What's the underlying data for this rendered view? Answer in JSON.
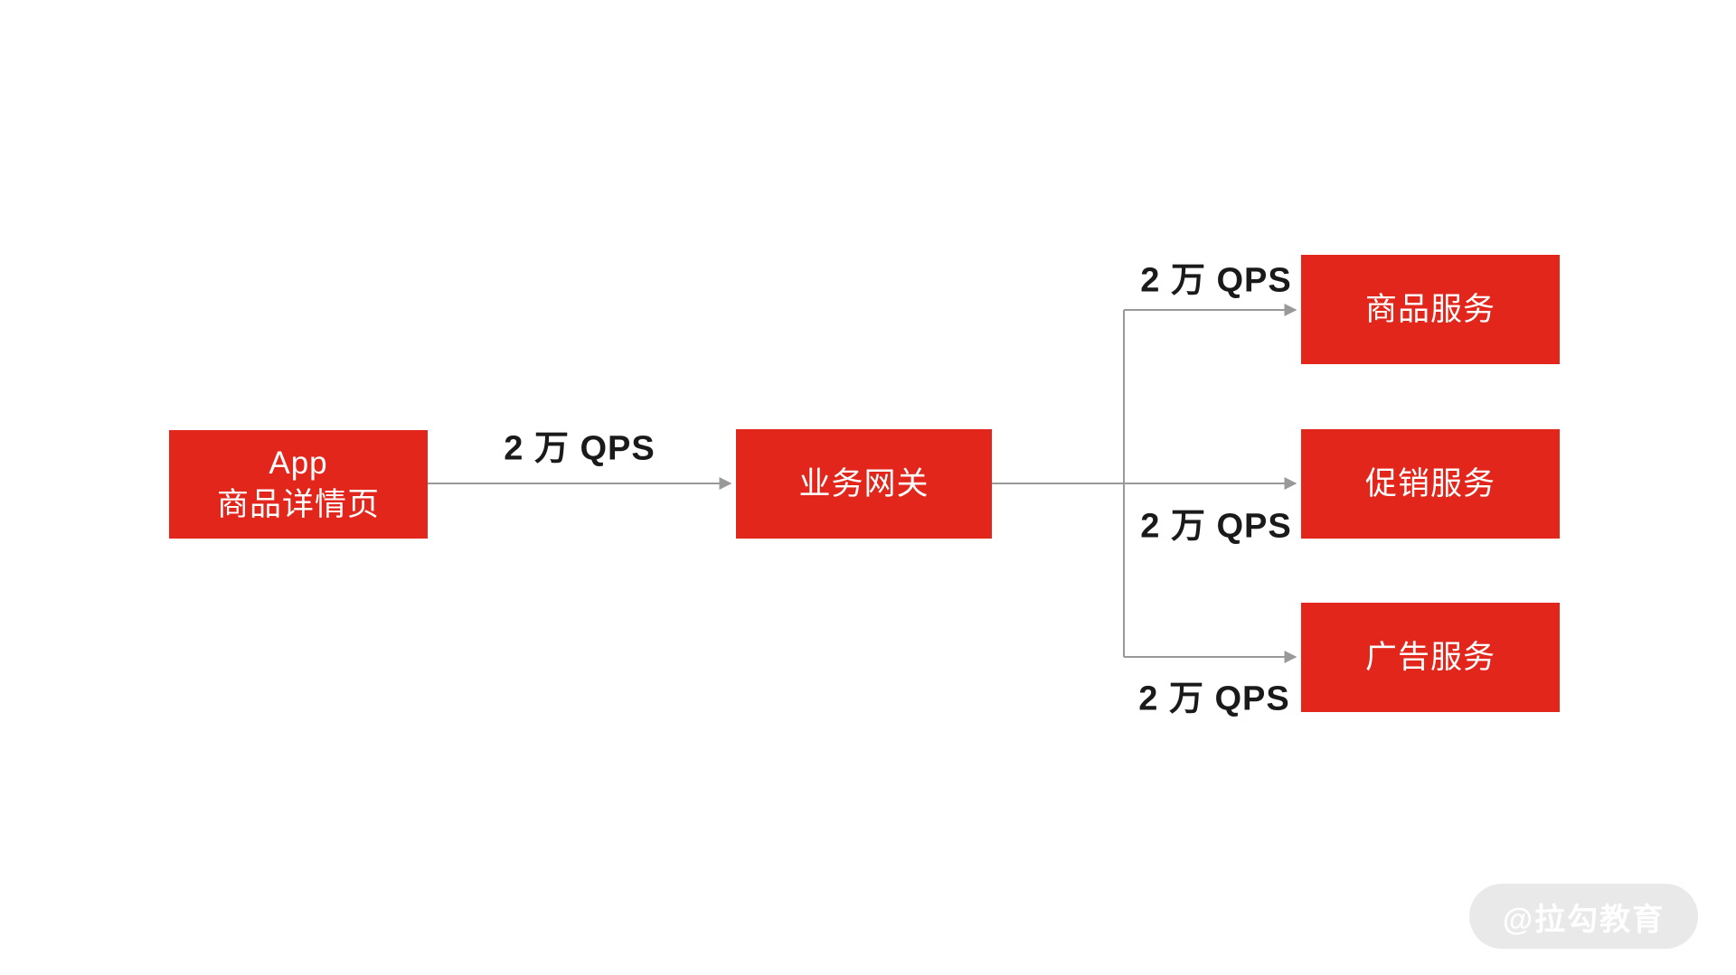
{
  "diagram": {
    "nodes": {
      "app": {
        "label_line1": "App",
        "label_line2": "商品详情页"
      },
      "gateway": {
        "label": "业务网关"
      },
      "product": {
        "label": "商品服务"
      },
      "promo": {
        "label": "促销服务"
      },
      "ad": {
        "label": "广告服务"
      }
    },
    "edges": {
      "app_to_gateway": {
        "from": "app",
        "to": "gateway",
        "label": "2 万 QPS"
      },
      "gateway_to_product": {
        "from": "gateway",
        "to": "product",
        "label": "2 万 QPS"
      },
      "gateway_to_promo": {
        "from": "gateway",
        "to": "promo",
        "label": "2 万 QPS"
      },
      "gateway_to_ad": {
        "from": "gateway",
        "to": "ad",
        "label": "2 万 QPS"
      }
    },
    "colors": {
      "node_fill": "#e2261c",
      "node_text": "#ffffff",
      "edge_line": "#999999",
      "edge_label_text": "#1a1a1a",
      "watermark_bg": "#e9e9e9",
      "watermark_text": "#ffffff",
      "background": "#ffffff"
    }
  },
  "watermark": {
    "text": "@拉勾教育"
  }
}
